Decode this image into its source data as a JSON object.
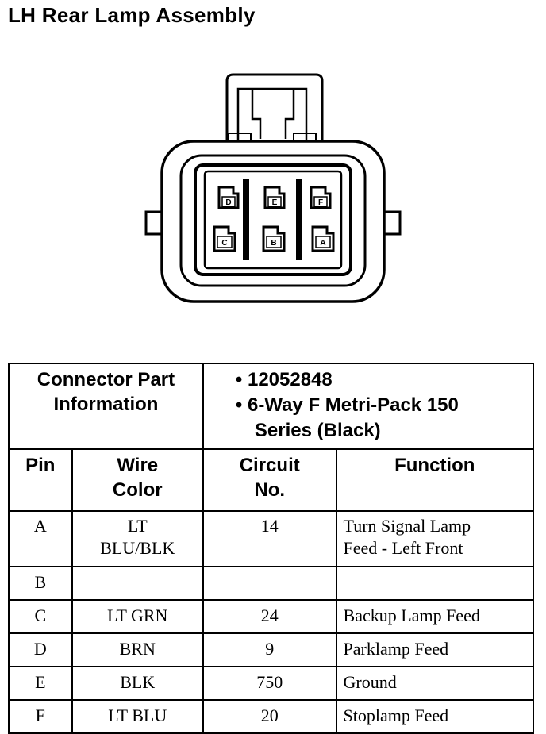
{
  "title": "LH Rear Lamp Assembly",
  "connector": {
    "top_row": [
      "D",
      "E",
      "F"
    ],
    "bottom_row": [
      "C",
      "B",
      "A"
    ]
  },
  "table": {
    "part_info_label": [
      "Connector Part",
      "Information"
    ],
    "part_info_values": [
      "• 12052848",
      "• 6-Way F Metri-Pack 150",
      "Series (Black)"
    ],
    "headers": {
      "pin": "Pin",
      "wire_color": [
        "Wire",
        "Color"
      ],
      "circuit": [
        "Circuit",
        "No."
      ],
      "function": "Function"
    },
    "rows": [
      {
        "pin": "A",
        "wire_color": [
          "LT",
          "BLU/BLK"
        ],
        "circuit": "14",
        "function": [
          "Turn Signal Lamp",
          "Feed - Left Front"
        ]
      },
      {
        "pin": "B",
        "wire_color": [
          ""
        ],
        "circuit": "",
        "function": [
          ""
        ]
      },
      {
        "pin": "C",
        "wire_color": [
          "LT GRN"
        ],
        "circuit": "24",
        "function": [
          "Backup Lamp Feed"
        ]
      },
      {
        "pin": "D",
        "wire_color": [
          "BRN"
        ],
        "circuit": "9",
        "function": [
          "Parklamp Feed"
        ]
      },
      {
        "pin": "E",
        "wire_color": [
          "BLK"
        ],
        "circuit": "750",
        "function": [
          "Ground"
        ]
      },
      {
        "pin": "F",
        "wire_color": [
          "LT BLU"
        ],
        "circuit": "20",
        "function": [
          "Stoplamp Feed"
        ]
      }
    ]
  }
}
